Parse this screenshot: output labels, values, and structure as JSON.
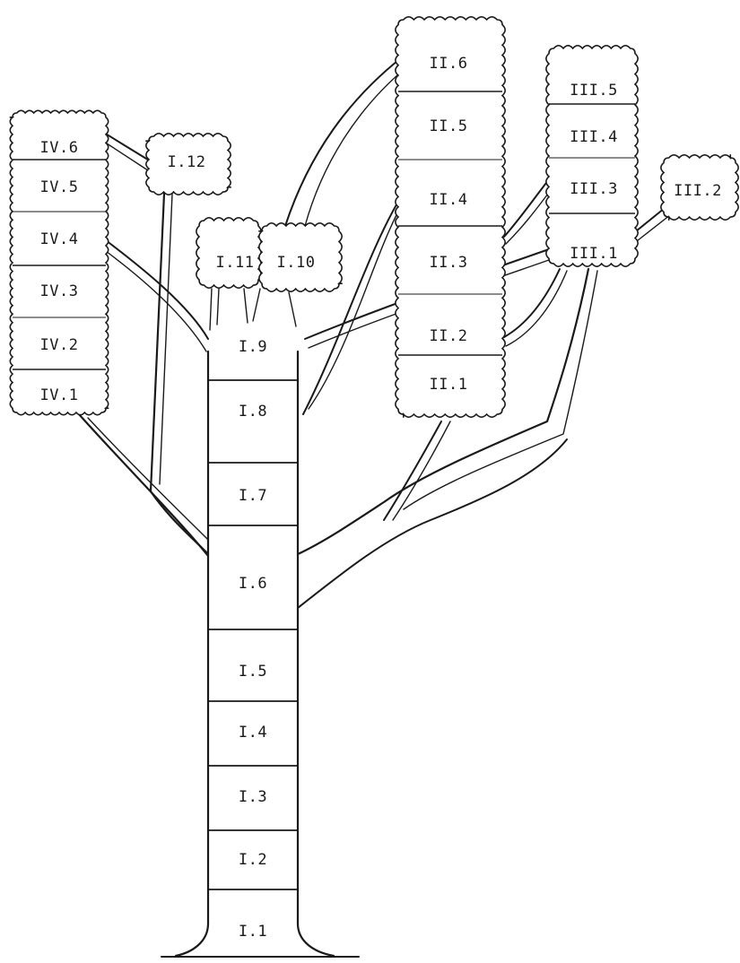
{
  "trunk": [
    {
      "id": "I.1",
      "label": "I.1"
    },
    {
      "id": "I.2",
      "label": "I.2"
    },
    {
      "id": "I.3",
      "label": "I.3"
    },
    {
      "id": "I.4",
      "label": "I.4"
    },
    {
      "id": "I.5",
      "label": "I.5"
    },
    {
      "id": "I.6",
      "label": "I.6"
    },
    {
      "id": "I.7",
      "label": "I.7"
    },
    {
      "id": "I.8",
      "label": "I.8"
    },
    {
      "id": "I.9",
      "label": "I.9"
    }
  ],
  "small_crowns": [
    {
      "id": "I.10",
      "label": "I.10"
    },
    {
      "id": "I.11",
      "label": "I.11"
    },
    {
      "id": "I.12",
      "label": "I.12"
    },
    {
      "id": "III.2",
      "label": "III.2"
    }
  ],
  "column_II": [
    {
      "id": "II.1",
      "label": "II.1"
    },
    {
      "id": "II.2",
      "label": "II.2"
    },
    {
      "id": "II.3",
      "label": "II.3"
    },
    {
      "id": "II.4",
      "label": "II.4"
    },
    {
      "id": "II.5",
      "label": "II.5"
    },
    {
      "id": "II.6",
      "label": "II.6"
    }
  ],
  "column_III": [
    {
      "id": "III.1",
      "label": "III.1"
    },
    {
      "id": "III.3",
      "label": "III.3"
    },
    {
      "id": "III.4",
      "label": "III.4"
    },
    {
      "id": "III.5",
      "label": "III.5"
    }
  ],
  "column_IV": [
    {
      "id": "IV.1",
      "label": "IV.1"
    },
    {
      "id": "IV.2",
      "label": "IV.2"
    },
    {
      "id": "IV.3",
      "label": "IV.3"
    },
    {
      "id": "IV.4",
      "label": "IV.4"
    },
    {
      "id": "IV.5",
      "label": "IV.5"
    },
    {
      "id": "IV.6",
      "label": "IV.6"
    }
  ]
}
